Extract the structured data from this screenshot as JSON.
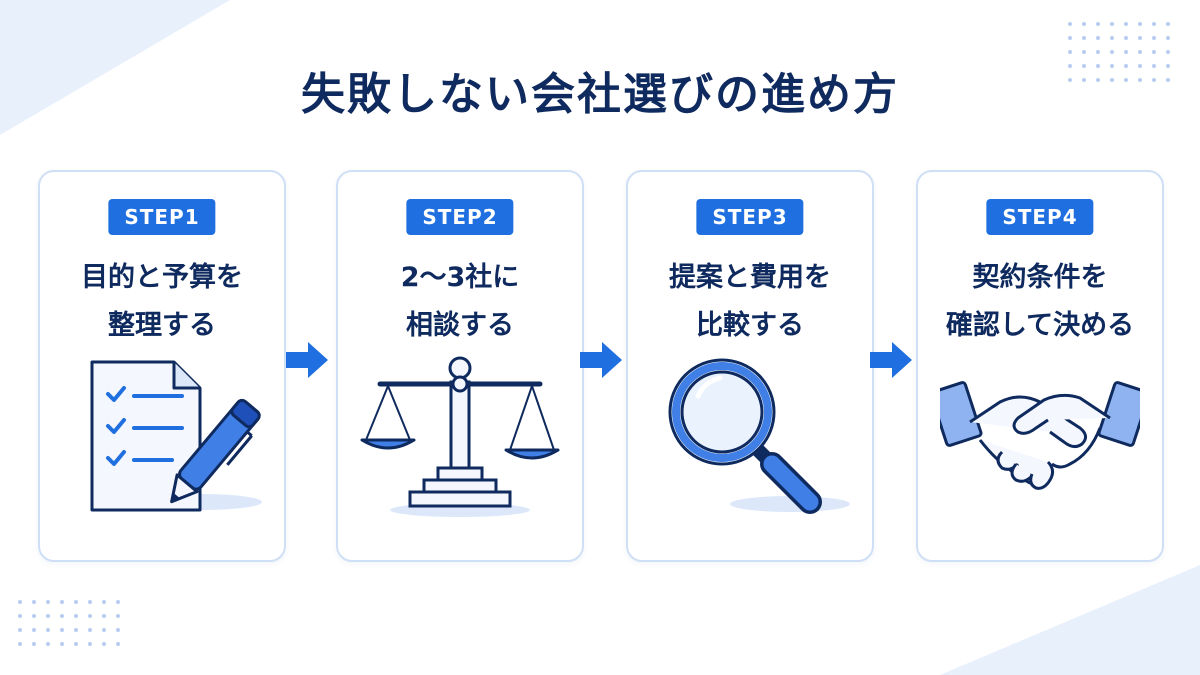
{
  "title": "失敗しない会社選びの進め方",
  "colors": {
    "accent": "#1f6fe0",
    "navy": "#0f2a5e",
    "light": "#cfdff5"
  },
  "steps": [
    {
      "badge": "STEP1",
      "line1": "目的と予算を",
      "line2": "整理する",
      "icon": "checklist-pen-icon"
    },
    {
      "badge": "STEP2",
      "line1": "2〜3社に",
      "line2": "相談する",
      "icon": "balance-scale-icon"
    },
    {
      "badge": "STEP3",
      "line1": "提案と費用を",
      "line2": "比較する",
      "icon": "magnifying-glass-icon"
    },
    {
      "badge": "STEP4",
      "line1": "契約条件を",
      "line2": "確認して決める",
      "icon": "handshake-icon"
    }
  ]
}
